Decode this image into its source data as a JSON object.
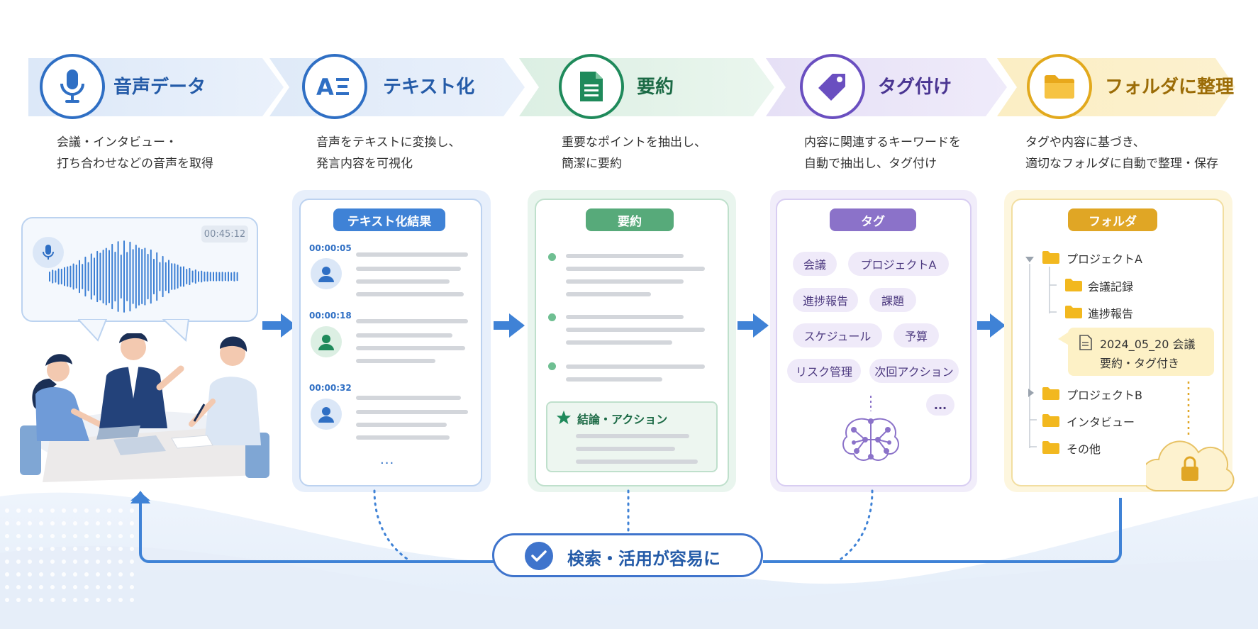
{
  "steps": [
    {
      "title": "音声データ",
      "desc1": "会議・インタビュー・",
      "desc2": "打ち合わせなどの音声を取得",
      "color": "#2f6fc4",
      "icon": "microphone-icon"
    },
    {
      "title": "テキスト化",
      "desc1": "音声をテキストに変換し、",
      "desc2": "発言内容を可視化",
      "color": "#2f6fc4",
      "icon": "text-recognition-icon"
    },
    {
      "title": "要約",
      "desc1": "重要なポイントを抽出し、",
      "desc2": "簡潔に要約",
      "color": "#1f8a5b",
      "icon": "document-icon"
    },
    {
      "title": "タグ付け",
      "desc1": "内容に関連するキーワードを",
      "desc2": "自動で抽出し、タグ付け",
      "color": "#6a4fc0",
      "icon": "tag-icon"
    },
    {
      "title": "フォルダに整理",
      "desc1": "タグや内容に基づき、",
      "desc2": "適切なフォルダに自動で整理・保存",
      "color": "#e2a91d",
      "icon": "folder-icon"
    }
  ],
  "audio": {
    "timestamp": "00:45:12"
  },
  "transcript": {
    "header": "テキスト化結果",
    "entries": [
      {
        "time": "00:00:05"
      },
      {
        "time": "00:00:18"
      },
      {
        "time": "00:00:32"
      }
    ],
    "more": "..."
  },
  "summary": {
    "header": "要約",
    "conclusion": "結論・アクション"
  },
  "tags": {
    "header": "タグ",
    "items": [
      "会議",
      "プロジェクトA",
      "進捗報告",
      "課題",
      "スケジュール",
      "予算",
      "リスク管理",
      "次回アクション"
    ],
    "more": "..."
  },
  "folders": {
    "header": "フォルダ",
    "tree": [
      {
        "label": "プロジェクトA"
      },
      {
        "label": "会議記録"
      },
      {
        "label": "進捗報告"
      },
      {
        "label": "プロジェクトB"
      },
      {
        "label": "インタビュー"
      },
      {
        "label": "その他"
      }
    ],
    "file_line1": "2024_05_20 会議",
    "file_line2": "要約・タグ付き"
  },
  "feedback": {
    "label": "検索・活用が容易に"
  }
}
